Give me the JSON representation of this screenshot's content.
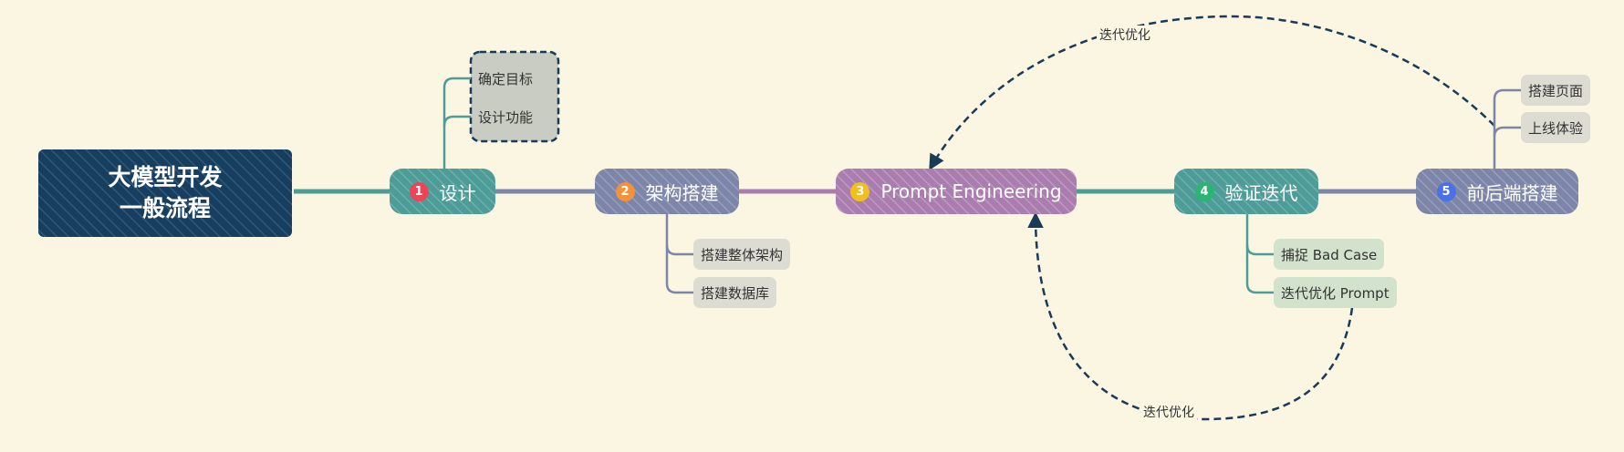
{
  "root": {
    "line1": "大模型开发",
    "line2": "一般流程"
  },
  "steps": [
    {
      "num": "1",
      "label": "设计",
      "color": "#4e9c98",
      "badge": "#ee4456",
      "children": [
        "确定目标",
        "设计功能"
      ]
    },
    {
      "num": "2",
      "label": "架构搭建",
      "color": "#7d86a8",
      "badge": "#f4913a",
      "children": [
        "搭建整体架构",
        "搭建数据库"
      ]
    },
    {
      "num": "3",
      "label": "Prompt Engineering",
      "color": "#a97eae",
      "badge": "#f0c020",
      "children": []
    },
    {
      "num": "4",
      "label": "验证迭代",
      "color": "#4e9c98",
      "badge": "#2bb573",
      "children": [
        "捕捉 Bad Case",
        "迭代优化 Prompt"
      ]
    },
    {
      "num": "5",
      "label": "前后端搭建",
      "color": "#7d86a8",
      "badge": "#4a72e6",
      "children": [
        "搭建页面",
        "上线体验"
      ]
    }
  ],
  "loops": {
    "top_label": "迭代优化",
    "bottom_label": "迭代优化"
  },
  "colors": {
    "background": "#faf6e1",
    "root_fill": "#173e5e",
    "connector_teal": "#4e9c98",
    "connector_slate": "#7d86a8",
    "connector_purple": "#a97eae",
    "subtopic_gray": "#dcdcd2",
    "subtopic_green": "#d2e2cc",
    "highlight_box": "#c8ccc2",
    "dashed": "#1b3a57"
  }
}
